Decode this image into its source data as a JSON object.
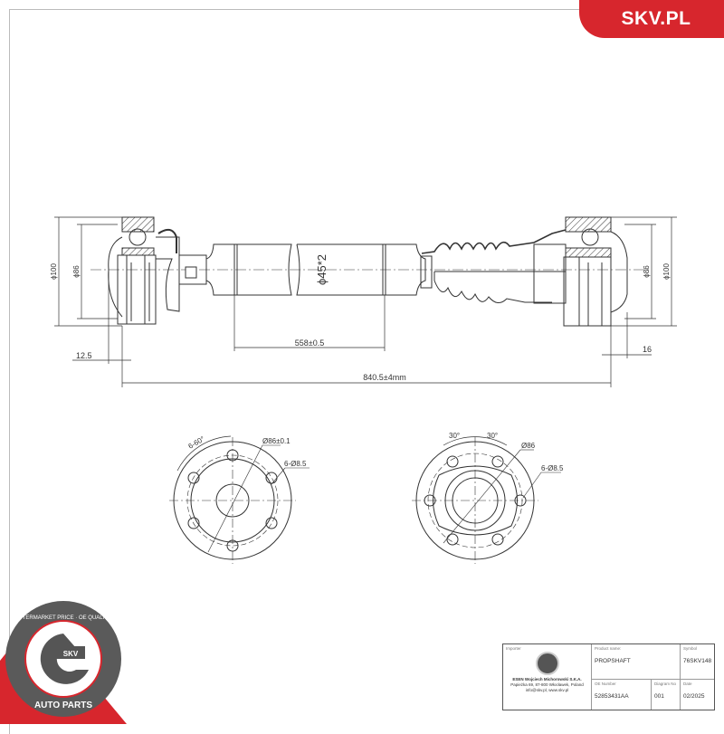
{
  "brand": {
    "label": "SKV.PL",
    "color": "#d7262d"
  },
  "badge": {
    "top_text": "AFTERMARKET PRICE · OE QUALITY",
    "center_text": "SKV",
    "bottom_text": "AUTO PARTS"
  },
  "drawing": {
    "tube_diameter": "ϕ45*2",
    "left_outer_diameter": "ϕ100",
    "left_bolt_circle": "ϕ86",
    "right_outer_diameter": "ϕ100",
    "right_bolt_circle": "ϕ86",
    "left_offset": "12.5",
    "right_offset": "16",
    "tube_length": "558±0.5",
    "total_length": "840.5±4mm"
  },
  "left_view": {
    "angle": "6-60°",
    "bolt_circle": "Ø86±0.1",
    "holes": "6-Ø8.5"
  },
  "right_view": {
    "angle_left": "30°",
    "angle_right": "30°",
    "bolt_circle": "Ø86",
    "holes": "6-Ø8.5"
  },
  "title_block": {
    "importer_label": "Importer",
    "importer_lines": [
      "ESEN Wojciech Michorowski S.K.A.",
      "Papieżka 69, 87-800 Włocławek, Poland",
      "info@skv.pl, www.skv.pl"
    ],
    "product_name_label": "Product name:",
    "product_name": "PROPSHAFT",
    "symbol_label": "Symbol",
    "symbol": "76SKV148",
    "oe_label": "OE Number",
    "oe_number": "52853431AA",
    "diagram_label": "Diagram No",
    "diagram_no": "001",
    "date_label": "Date",
    "date": "02/2025"
  }
}
